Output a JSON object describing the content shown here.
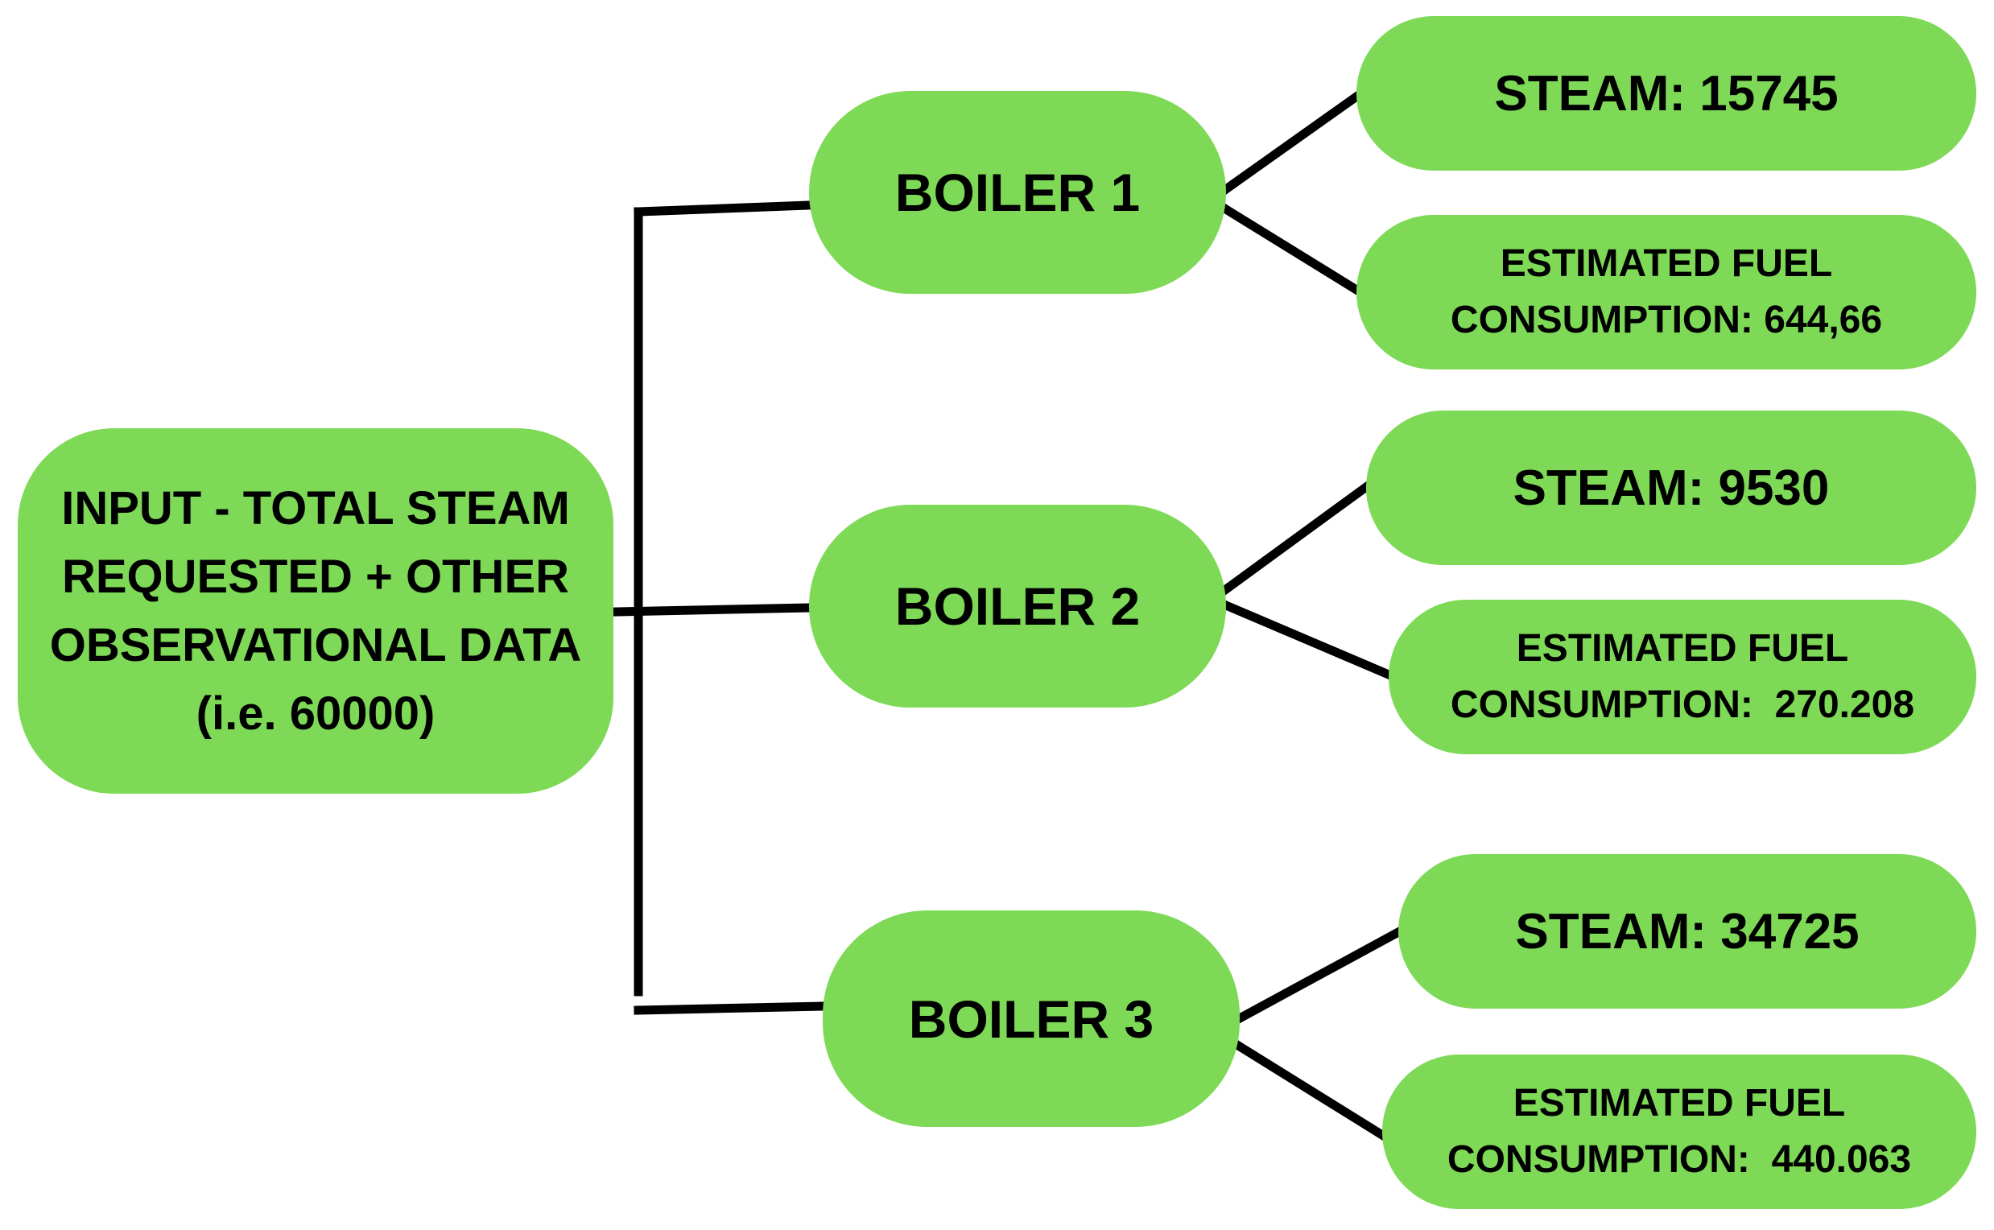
{
  "input": {
    "lines": [
      "INPUT - TOTAL STEAM",
      "REQUESTED + OTHER",
      "OBSERVATIONAL DATA",
      "(i.e. 60000)"
    ]
  },
  "boilers": [
    {
      "label": "BOILER 1",
      "steam": "STEAM: 15745",
      "fuel_lines": [
        "ESTIMATED FUEL",
        "CONSUMPTION: 644,66"
      ]
    },
    {
      "label": "BOILER 2",
      "steam": "STEAM: 9530",
      "fuel_lines": [
        "ESTIMATED FUEL",
        "CONSUMPTION:  270.208"
      ]
    },
    {
      "label": "BOILER 3",
      "steam": "STEAM: 34725",
      "fuel_lines": [
        "ESTIMATED FUEL",
        "CONSUMPTION:  440.063"
      ]
    }
  ],
  "colors": {
    "node_fill": "#7ed957",
    "connector": "#000000",
    "text": "#000000"
  }
}
